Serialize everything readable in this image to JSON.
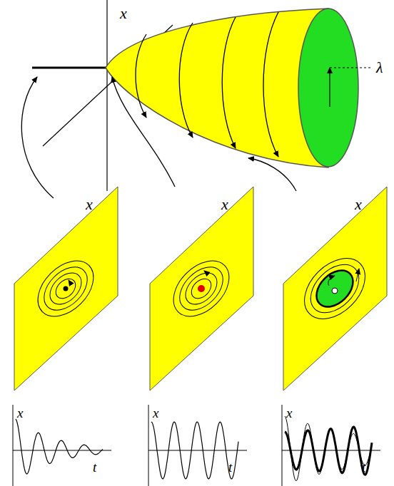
{
  "diagram": {
    "labels": [
      "x",
      "λ",
      "x",
      "x",
      "x",
      "x",
      "t",
      "x",
      "t",
      "x",
      "t"
    ]
  }
}
